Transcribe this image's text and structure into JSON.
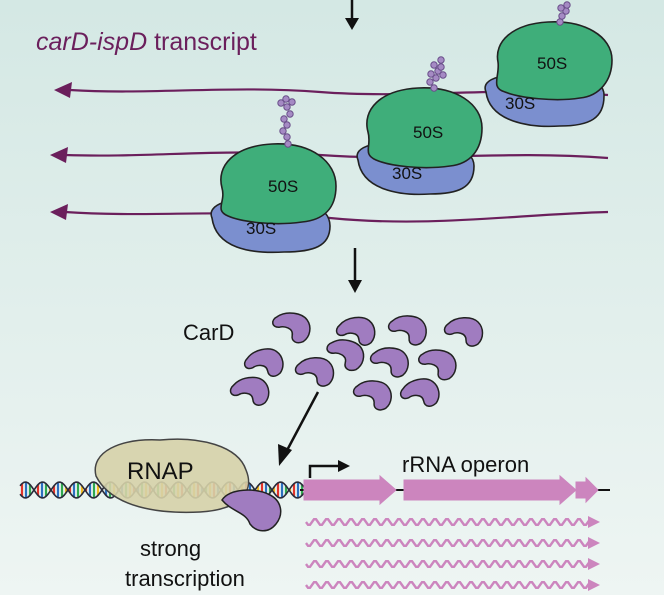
{
  "title": {
    "gene_italic": "carD-ispD",
    "suffix": " transcript",
    "color": "#6b1f5c"
  },
  "ribosome": {
    "large_subunit": "50S",
    "small_subunit": "30S",
    "large_color": "#3fae7a",
    "small_color": "#7b8fcf"
  },
  "protein_label": "CarD",
  "protein_color": "#a07cc0",
  "polymerase_label": "RNAP",
  "polymerase_color": "#d6d2a8",
  "operon_label": "rRNA operon",
  "operon_color": "#cc85be",
  "bottom_label": {
    "line1": "strong",
    "line2": "transcription"
  },
  "mrna_color": "#6b1f5c",
  "background_color": "#e8f2ef"
}
